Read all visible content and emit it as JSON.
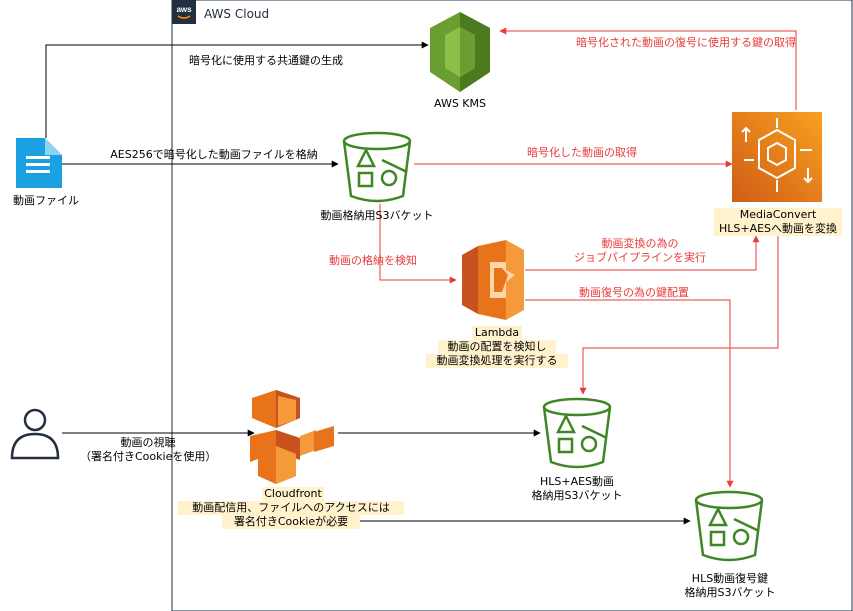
{
  "cloud": {
    "title": "AWS Cloud",
    "logo_text": "aws"
  },
  "colors": {
    "red": "#e83b3b",
    "s3_green": "#3f8624",
    "kms_green": "#6a9e30",
    "lambda_orange": "#e8731b",
    "mc_orange": "#f07c19",
    "cf_orange": "#e8731b",
    "file_blue": "#1ba1e2",
    "user_dark": "#232f3e"
  },
  "nodes": {
    "file": "動画ファイル",
    "kms": "AWS KMS",
    "s3_upload": "動画格納用S3バケット",
    "mediaconvert": {
      "line1": "MediaConvert",
      "line2": "HLS+AESへ動画を変換"
    },
    "lambda": {
      "line1": "Lambda",
      "line2": "動画の配置を検知し",
      "line3": "動画変換処理を実行する"
    },
    "s3_hls": {
      "line1": "HLS+AES動画",
      "line2": "格納用S3バケット"
    },
    "s3_key": {
      "line1": "HLS動画復号鍵",
      "line2": "格納用S3バケット"
    },
    "cloudfront": {
      "line1": "Cloudfront",
      "line2": "動画配信用、ファイルへのアクセスには",
      "line3": "署名付きCookieが必要"
    }
  },
  "edges": {
    "gen_key": "暗号化に使用する共通鍵の生成",
    "store_file": "AES256で暗号化した動画ファイルを格納",
    "fetch_video": "暗号化した動画の取得",
    "get_key": "暗号化された動画の復号に使用する鍵の取得",
    "detect": "動画の格納を検知",
    "job_line1": "動画変換の為の",
    "job_line2": "ジョブパイプラインを実行",
    "place_key": "動画復号の為の鍵配置",
    "view_line1": "動画の視聴",
    "view_line2": "（署名付きCookieを使用）"
  }
}
